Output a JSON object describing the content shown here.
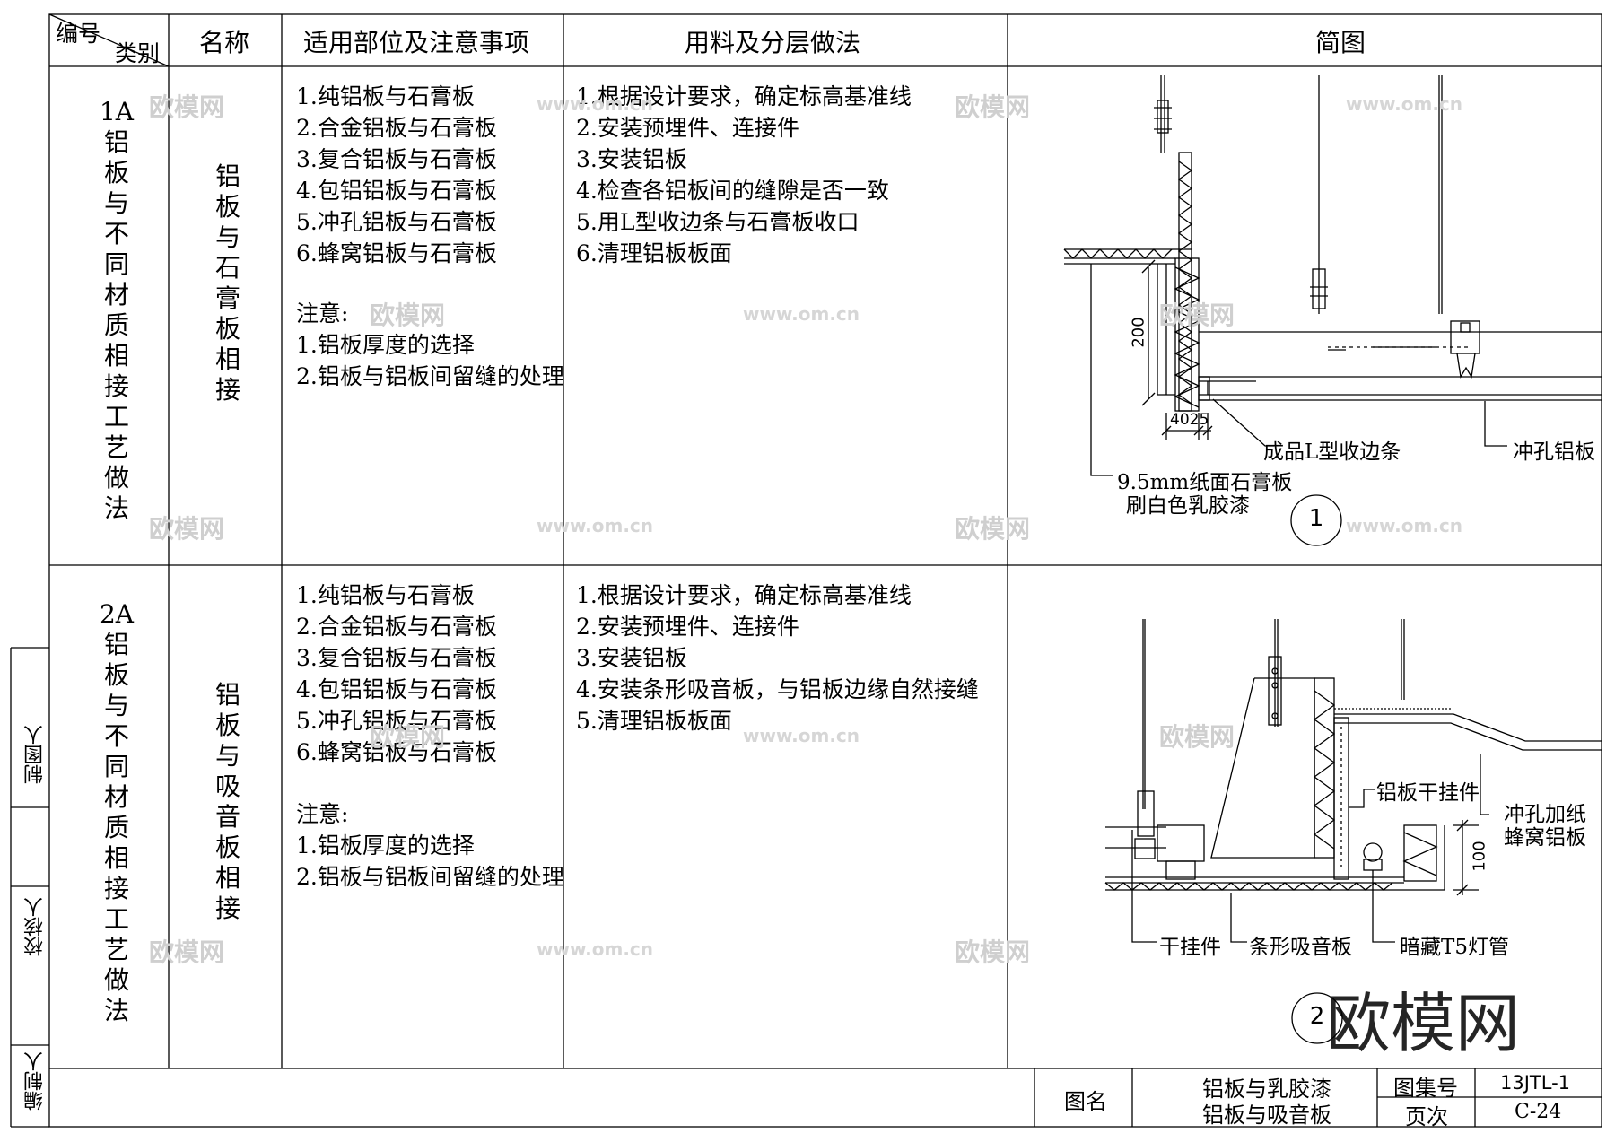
{
  "header": {
    "code_label": "编号",
    "category_label": "类别",
    "name_label": "名称",
    "scope_label": "适用部位及注意事项",
    "method_label": "用料及分层做法",
    "sketch_label": "简图"
  },
  "rows": [
    {
      "category": "1A铝板与不同材质相接工艺做法",
      "name": "铝板与石膏板相接",
      "scope": [
        "1.纯铝板与石膏板",
        "2.合金铝板与石膏板",
        "3.复合铝板与石膏板",
        "4.包铝铝板与石膏板",
        "5.冲孔铝板与石膏板",
        "6.蜂窝铝板与石膏板"
      ],
      "note_title": "注意:",
      "notes": [
        "1.铝板厚度的选择",
        "2.铝板与铝板间留缝的处理"
      ],
      "method": [
        "1.根据设计要求，确定标高基准线",
        "2.安装预埋件、连接件",
        "3.安装铝板",
        "4.检查各铝板间的缝隙是否一致",
        "5.用L型收边条与石膏板收口",
        "6.清理铝板板面"
      ]
    },
    {
      "category": "2A铝板与不同材质相接工艺做法",
      "name": "铝板与吸音板相接",
      "scope": [
        "1.纯铝板与石膏板",
        "2.合金铝板与石膏板",
        "3.复合铝板与石膏板",
        "4.包铝铝板与石膏板",
        "5.冲孔铝板与石膏板",
        "6.蜂窝铝板与石膏板"
      ],
      "note_title": "注意:",
      "notes": [
        "1.铝板厚度的选择",
        "2.铝板与铝板间留缝的处理"
      ],
      "method": [
        "1.根据设计要求，确定标高基准线",
        "2.安装预埋件、连接件",
        "3.安装铝板",
        "4.安装条形吸音板，与铝板边缘自然接缝",
        "5.清理铝板板面"
      ]
    }
  ],
  "diagram1": {
    "dim_height": "200",
    "dim_width": "4025",
    "label_l_strip": "成品L型收边条",
    "label_perforated": "冲孔铝板",
    "label_gypsum_1": "9.5mm纸面石膏板",
    "label_gypsum_2": "刷白色乳胶漆",
    "number": "1"
  },
  "diagram2": {
    "dim_height": "100",
    "label_dry_hanger": "铝板干挂件",
    "label_honeycomb_1": "冲孔加纸",
    "label_honeycomb_2": "蜂窝铝板",
    "label_hanger": "干挂件",
    "label_acoustic": "条形吸音板",
    "label_t5": "暗藏T5灯管",
    "number": "2"
  },
  "side": {
    "drafter": "制图人",
    "checker": "校核人",
    "compiler": "编制人"
  },
  "footer": {
    "title_label": "图名",
    "title_1": "铝板与乳胶漆",
    "title_2": "铝板与吸音板",
    "atlas_label": "图集号",
    "atlas_no": "13JTL-1",
    "page_label": "页次",
    "page_no": "C-24"
  },
  "watermark": {
    "brand": "欧模网",
    "url": "www.om.cn"
  }
}
